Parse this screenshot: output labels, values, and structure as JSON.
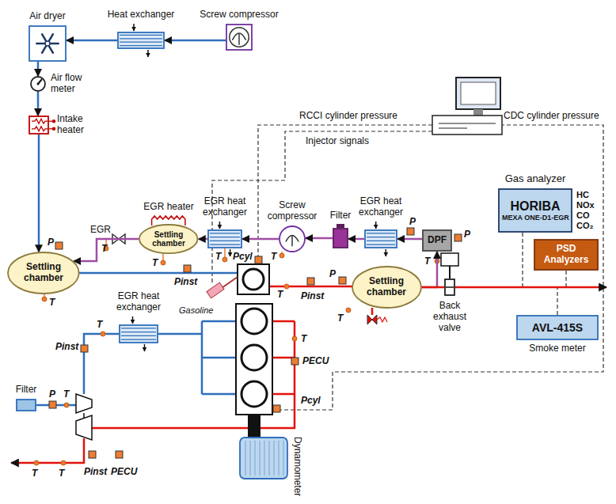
{
  "diagram": {
    "nodes": [
      {
        "text": [
          "Screw compressor"
        ]
      },
      {
        "text": [
          "Heat exchanger"
        ]
      },
      {
        "text": [
          "Air dryer"
        ]
      },
      {
        "text": [
          "Air flow meter"
        ]
      },
      {
        "text": [
          "Intake heater"
        ]
      },
      {
        "text": [
          "Settling chamber"
        ]
      },
      {
        "text": [
          "EGR heater",
          "Settling chamber"
        ]
      },
      {
        "text": [
          "EGR heat exchanger"
        ]
      },
      {
        "text": [
          "Screw compressor"
        ]
      },
      {
        "text": [
          "Filter"
        ]
      },
      {
        "text": [
          "EGR heat exchanger"
        ]
      },
      {
        "text": [
          "DPF"
        ]
      },
      {
        "text": [
          "Settling chamber"
        ]
      },
      {
        "text": [
          "Back exhaust valve"
        ]
      },
      {
        "text": [
          "Gas analyzer",
          "HORIBA",
          "MEXA ONE-D1-EGR"
        ]
      },
      {
        "text": [
          "PSD Analyzers"
        ]
      },
      {
        "text": [
          "AVL-415S",
          "Smoke meter"
        ]
      },
      {
        "text": [
          "EGR heat exchanger"
        ]
      },
      {
        "text": [
          "Filter"
        ]
      },
      {
        "text": [
          "Dynamometer"
        ]
      }
    ],
    "edges": [
      {
        "from": 0,
        "to": 1,
        "arrow": "to"
      },
      {
        "from": 1,
        "to": 2,
        "arrow": "to"
      },
      {
        "from": 2,
        "to": 3,
        "arrow": "to"
      },
      {
        "from": 3,
        "to": 4,
        "arrow": "to"
      },
      {
        "from": 4,
        "to": 5,
        "arrow": "to"
      },
      {
        "from": 6,
        "to": 5,
        "arrow": "to"
      },
      {
        "from": 7,
        "to": 6,
        "arrow": "to"
      },
      {
        "from": 8,
        "to": 7,
        "arrow": "to"
      },
      {
        "from": 9,
        "to": 8,
        "arrow": "to"
      },
      {
        "from": 10,
        "to": 9,
        "arrow": "to"
      },
      {
        "from": 11,
        "to": 10,
        "arrow": "to"
      },
      {
        "from": 12,
        "to": 11,
        "arrow": "to"
      },
      {
        "from": 12,
        "to": 13,
        "arrow": "none"
      }
    ],
    "labels": [
      "RCCI cylinder pressure",
      "CDC cylinder pressure",
      "Injector signals",
      "EGR",
      "Gasoline",
      "HC",
      "NOx",
      "CO",
      "CO₂",
      "P",
      "T",
      "T",
      "T",
      "Pinst",
      "T",
      "T",
      "Pcyl",
      "T",
      "Pinst",
      "P",
      "P",
      "T",
      "P",
      "T",
      "T",
      "PECU",
      "Pcyl",
      "T",
      "Pinst",
      "P",
      "T",
      "T",
      "T",
      "Pinst",
      "PECU"
    ]
  }
}
